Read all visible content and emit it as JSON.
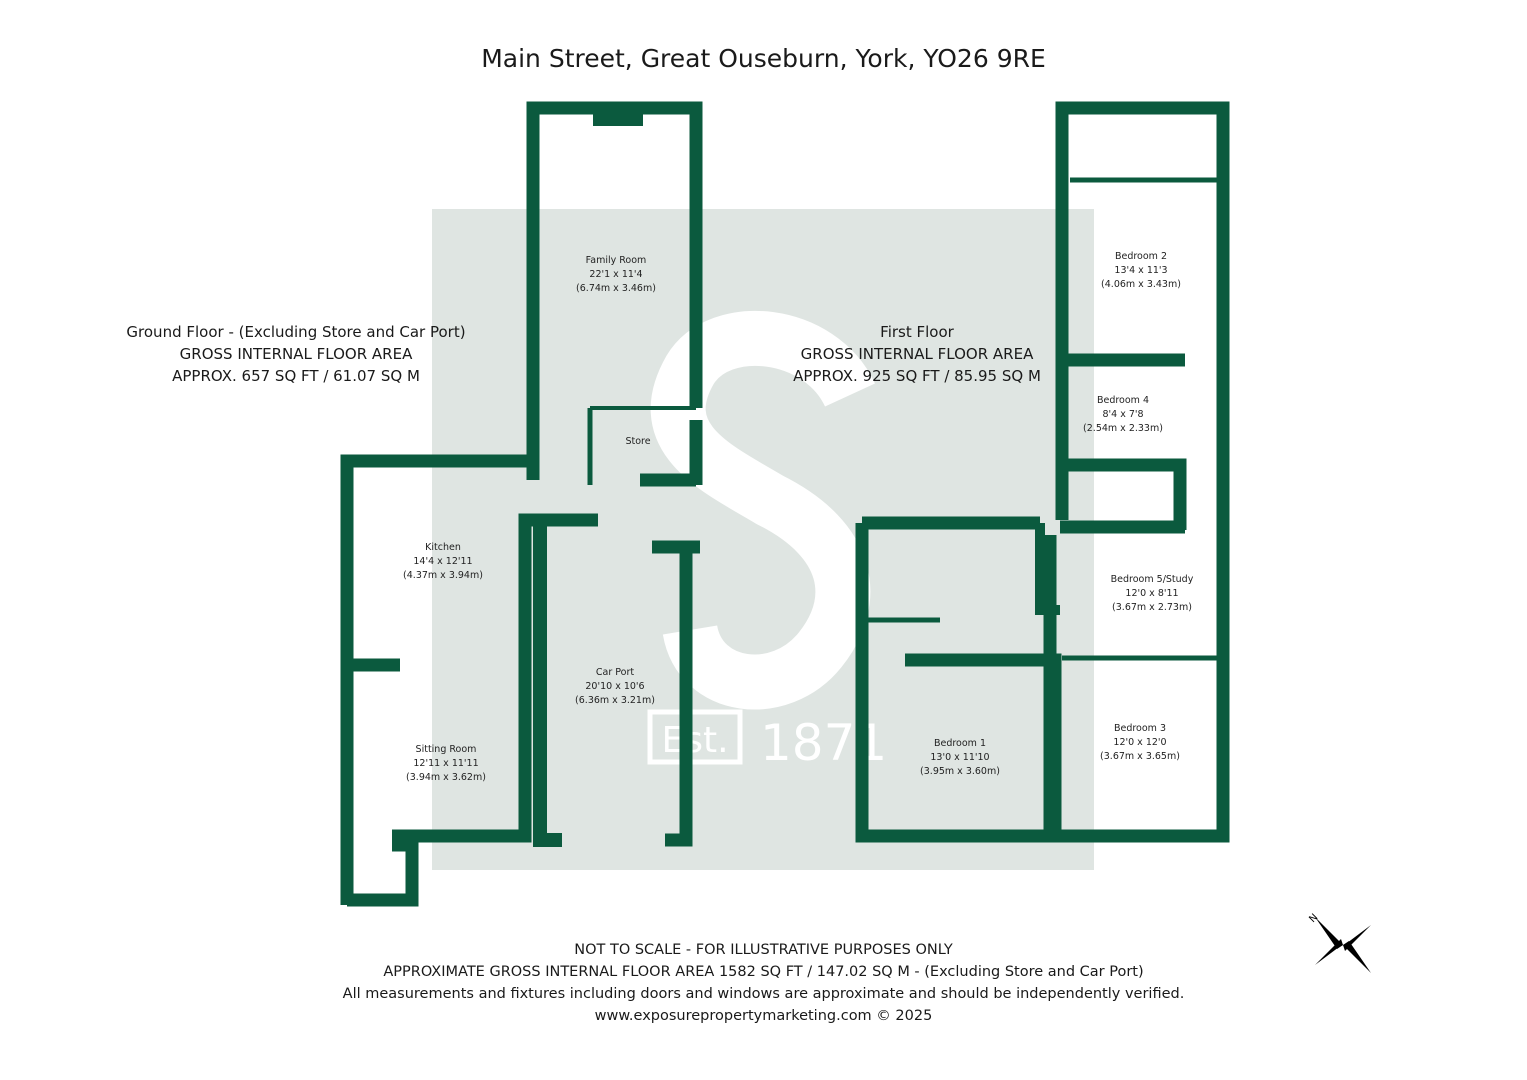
{
  "title": "Main Street, Great Ouseburn, York, YO26 9RE",
  "ground_floor": {
    "lines": [
      "Ground Floor - (Excluding Store and Car Port)",
      "GROSS INTERNAL FLOOR AREA",
      "APPROX. 657 SQ FT / 61.07 SQ M"
    ]
  },
  "first_floor": {
    "lines": [
      "First Floor",
      "GROSS INTERNAL FLOOR AREA",
      "APPROX. 925 SQ FT / 85.95 SQ M"
    ]
  },
  "rooms": [
    {
      "name": "Family Room",
      "imperial": "22'1 x 11'4",
      "metric": "(6.74m x 3.46m)"
    },
    {
      "name": "Store",
      "imperial": "",
      "metric": ""
    },
    {
      "name": "Kitchen",
      "imperial": "14'4 x 12'11",
      "metric": "(4.37m x 3.94m)"
    },
    {
      "name": "Car Port",
      "imperial": "20'10 x 10'6",
      "metric": "(6.36m x 3.21m)"
    },
    {
      "name": "Sitting Room",
      "imperial": "12'11 x 11'11",
      "metric": "(3.94m x 3.62m)"
    },
    {
      "name": "Bedroom 2",
      "imperial": "13'4 x 11'3",
      "metric": "(4.06m x 3.43m)"
    },
    {
      "name": "Bedroom 4",
      "imperial": "8'4 x 7'8",
      "metric": "(2.54m x 2.33m)"
    },
    {
      "name": "Bedroom 5/Study",
      "imperial": "12'0 x 8'11",
      "metric": "(3.67m x 2.73m)"
    },
    {
      "name": "Bedroom 1",
      "imperial": "13'0 x 11'10",
      "metric": "(3.95m x 3.60m)"
    },
    {
      "name": "Bedroom 3",
      "imperial": "12'0 x 12'0",
      "metric": "(3.67m x 3.65m)"
    }
  ],
  "watermark": {
    "year": "1871",
    "est": "Est."
  },
  "footer": [
    "NOT TO SCALE - FOR ILLUSTRATIVE PURPOSES ONLY",
    "APPROXIMATE GROSS INTERNAL FLOOR AREA 1582 SQ FT / 147.02 SQ M - (Excluding Store and Car Port)",
    "All measurements and fixtures including doors and windows are approximate and should be independently verified.",
    "www.exposurepropertymarketing.com © 2025"
  ],
  "compass": {
    "label": "N"
  },
  "colors": {
    "wall": "#0b5a3e",
    "watermark": "#dfe5e2"
  }
}
